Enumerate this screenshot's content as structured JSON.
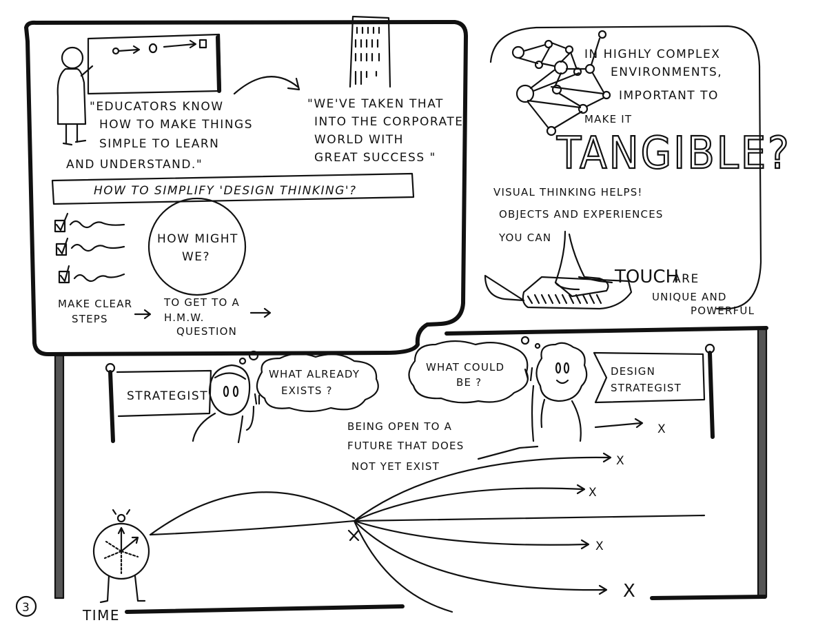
{
  "panel1": {
    "quote_educators": [
      "\"EDUCATORS KNOW",
      "HOW TO MAKE THINGS",
      "SIMPLE TO LEARN",
      "AND UNDERSTAND.\""
    ],
    "quote_corporate": [
      "\"WE'VE TAKEN THAT",
      "INTO THE CORPORATE",
      "WORLD WITH",
      "GREAT SUCCESS \""
    ],
    "banner": "HOW TO SIMPLIFY 'DESIGN THINKING'?",
    "hmw_bubble": [
      "HOW MIGHT",
      "WE?"
    ],
    "make_clear_steps": [
      "MAKE CLEAR",
      "STEPS"
    ],
    "to_get_hmw": [
      "TO GET TO A",
      "H.M.W.",
      "QUESTION"
    ]
  },
  "panel2": {
    "complex_text": [
      "IN HIGHLY COMPLEX",
      "ENVIRONMENTS,",
      "IMPORTANT TO",
      "MAKE IT"
    ],
    "tangible": "TANGIBLE?",
    "visual_thinking": [
      "VISUAL THINKING HELPS!",
      "OBJECTS AND EXPERIENCES",
      "YOU CAN"
    ],
    "touch": "TOUCH",
    "touch_rest": [
      "ARE",
      "UNIQUE AND",
      "POWERFUL"
    ]
  },
  "panel3": {
    "flag_left": "STRATEGIST",
    "thought_left": [
      "WHAT ALREADY",
      "EXISTS ?"
    ],
    "thought_right": [
      "WHAT COULD",
      "BE ?"
    ],
    "flag_right": [
      "DESIGN",
      "STRATEGIST"
    ],
    "open_future": [
      "BEING OPEN TO A",
      "FUTURE THAT DOES",
      "NOT YET EXIST"
    ],
    "time_label": "TIME",
    "outcome_mark": "X"
  },
  "page_number": "3"
}
